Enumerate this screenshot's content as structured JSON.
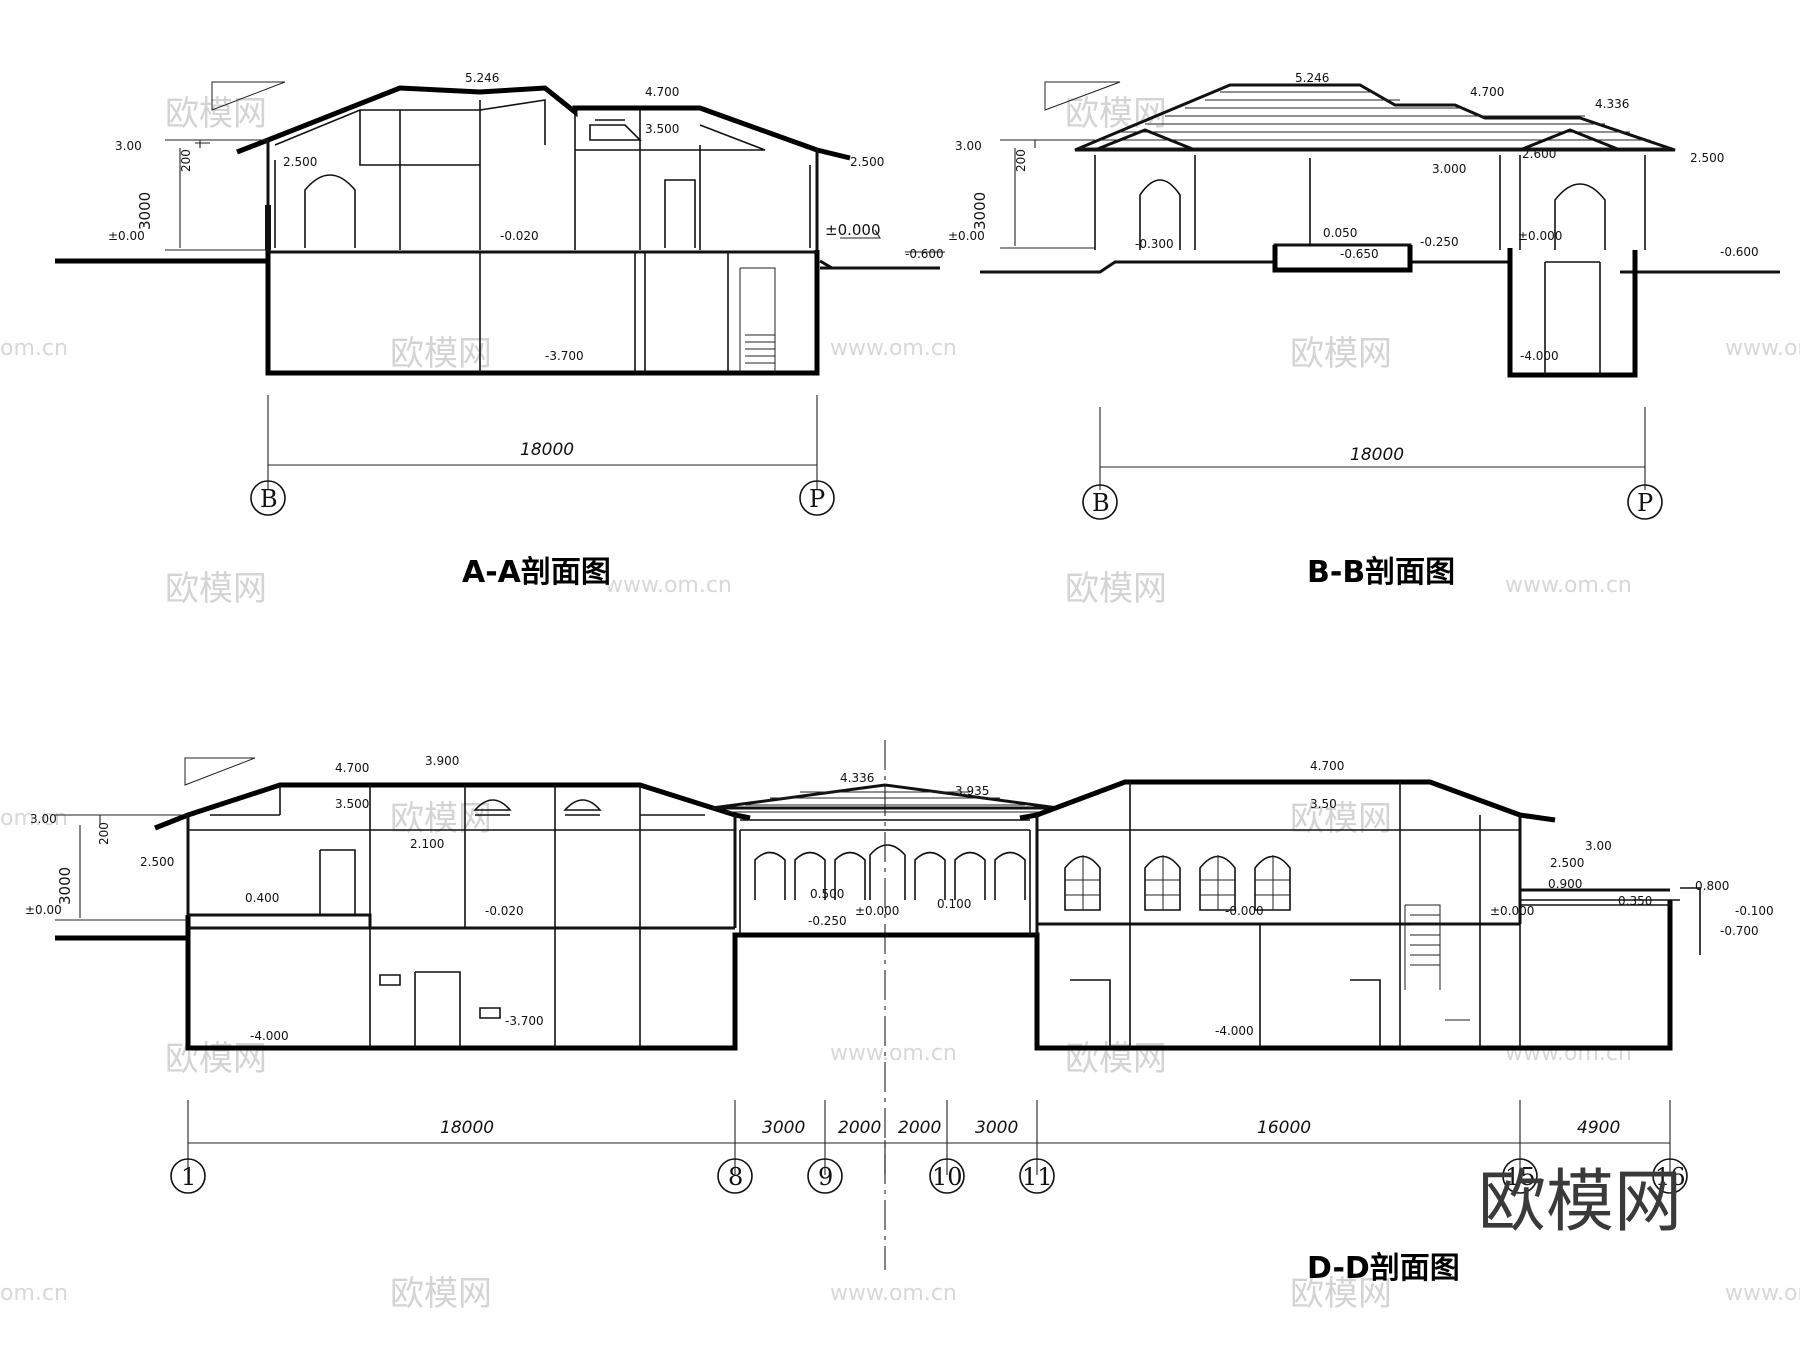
{
  "sections": {
    "aa": {
      "title": "A-A剖面图",
      "dim_total": "18000",
      "axis_left": "B",
      "axis_right": "P",
      "elevations": [
        "5.246",
        "4.700",
        "3.500",
        "3.00",
        "200",
        "3000",
        "±0.00",
        "2.500",
        "2.500",
        "±0.000",
        "-0.600",
        "-0.020",
        "-3.700"
      ]
    },
    "bb": {
      "title": "B-B剖面图",
      "dim_total": "18000",
      "axis_left": "B",
      "axis_right": "P",
      "elevations": [
        "5.246",
        "4.700",
        "4.336",
        "3.00",
        "200",
        "3000",
        "±0.00",
        "2.600",
        "2.500",
        "3.000",
        "0.050",
        "-0.300",
        "-0.650",
        "-0.250",
        "±0.000",
        "-0.600",
        "-4.000"
      ]
    },
    "dd": {
      "title": "D-D剖面图",
      "dims": [
        "18000",
        "3000",
        "2000",
        "2000",
        "3000",
        "16000",
        "4900"
      ],
      "axes": [
        "1",
        "8",
        "9",
        "10",
        "11",
        "15",
        "16"
      ],
      "elevations": [
        "4.700",
        "3.900",
        "4.336",
        "3.935",
        "4.700",
        "3.500",
        "3.00",
        "200",
        "3000",
        "±0.00",
        "2.100",
        "3.50",
        "2.500",
        "0.400",
        "-0.020",
        "0.500",
        "-0.250",
        "±0.000",
        "0.100",
        "-0.000",
        "2.500",
        "3.00",
        "0.900",
        "0.350",
        "0.800",
        "-0.100",
        "-0.700",
        "±0.000",
        "-3.700",
        "-4.000",
        "-4.000"
      ]
    }
  },
  "watermark": {
    "brand": "欧模网",
    "site": "www.om.cn",
    "site_short": "om.cn"
  }
}
